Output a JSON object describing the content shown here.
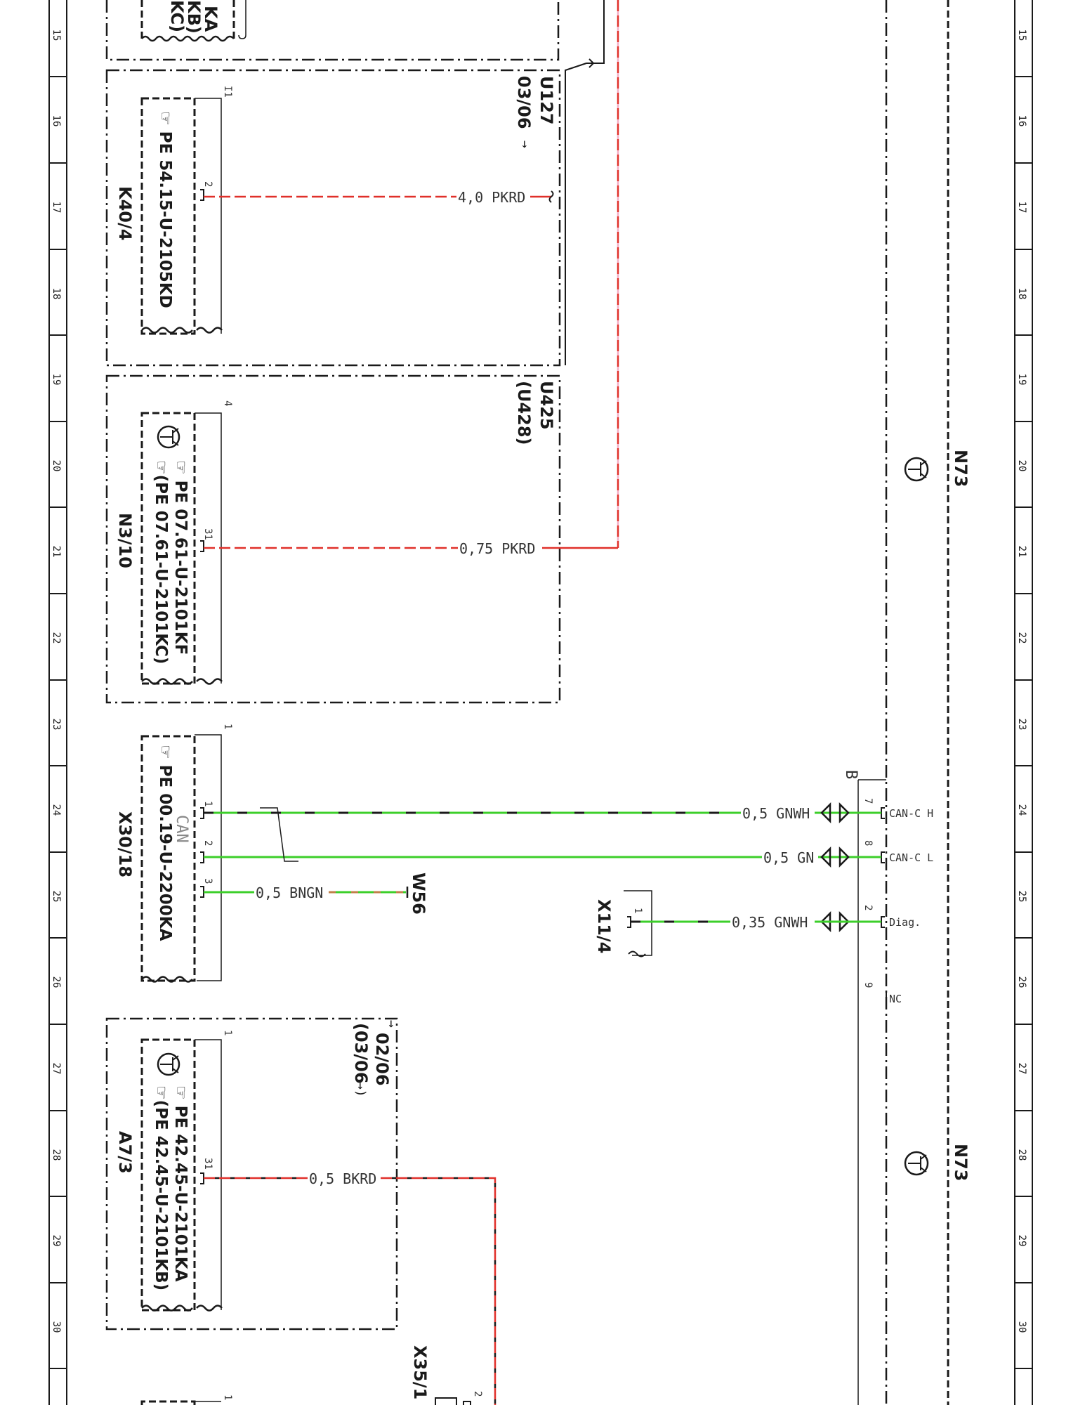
{
  "ruler_left": [
    "15",
    "16",
    "17",
    "18",
    "19",
    "20",
    "21",
    "22",
    "23",
    "24",
    "25",
    "26",
    "27",
    "28",
    "29",
    "30"
  ],
  "ruler_right": [
    "15",
    "16",
    "17",
    "18",
    "19",
    "20",
    "21",
    "22",
    "23",
    "24",
    "25",
    "26",
    "27",
    "28",
    "29",
    "30"
  ],
  "top_fragment": [
    "KA",
    "KB)",
    "KC)"
  ],
  "k40": {
    "name": "K40/4",
    "ref": "PE 54.15-U-2105KD",
    "pin_group": "I1",
    "pin": "2",
    "wire": "4,0 PKRD",
    "zone_a": "U127",
    "zone_b": "03/06"
  },
  "n3": {
    "name": "N3/10",
    "ref1": "PE 07.61-U-2101KF",
    "ref2": "(PE 07.61-U-2101KC)",
    "pin_group": "4",
    "pin": "31",
    "wire": "0,75 PKRD",
    "zone_a": "U425",
    "zone_b": "(U428)"
  },
  "x30": {
    "name": "X30/18",
    "ref": "PE 00.19-U-2200KA",
    "pin_group": "1",
    "can": "CAN",
    "pins": [
      "1",
      "2",
      "3"
    ],
    "wire1": "0,5 GNWH",
    "wire2": "0,5 GN",
    "wire3": "0,5 BNGN",
    "w56": "W56"
  },
  "x11": {
    "name": "X11/4",
    "pin": "1",
    "wire": "0,35 GNWH"
  },
  "n73": {
    "name": "N73",
    "name2": "N73",
    "conn": "B",
    "pins": [
      "7",
      "8",
      "2",
      "9"
    ],
    "sigs": [
      "CAN-C H",
      "CAN-C L",
      "Diag.",
      "NC"
    ]
  },
  "a7": {
    "name": "A7/3",
    "ref1": "PE 42.45-U-2101KA",
    "ref2": "(PE 42.45-U-2101KB)",
    "pin_group": "1",
    "pin": "31",
    "wire": "0,5 BKRD",
    "zone_a": "02/06",
    "zone_b": "(03/06"
  },
  "x35": {
    "name": "X35/1",
    "pin": "2"
  },
  "bottom_pin": "1",
  "colors": {
    "red": "#e0302a",
    "pink": "#f07aa0",
    "green": "#3ccf2a",
    "black": "#1a1a1a"
  }
}
